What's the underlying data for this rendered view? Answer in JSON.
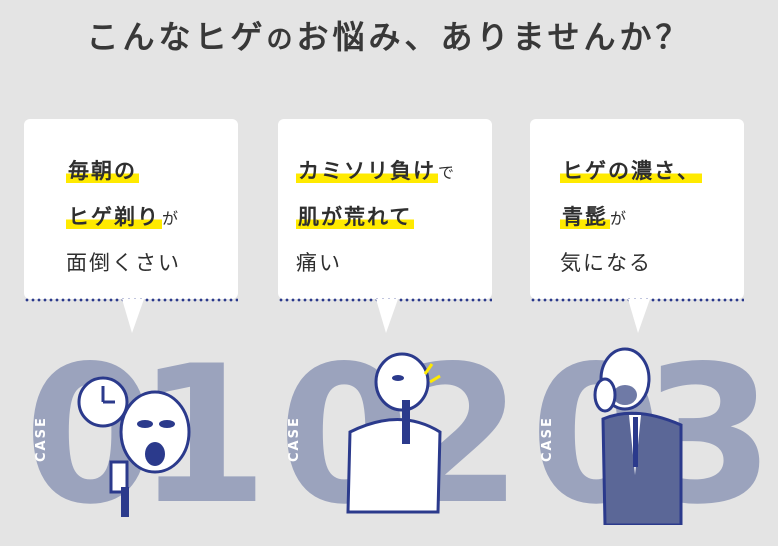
{
  "headline": {
    "part1": "こんなヒゲ",
    "no": "の",
    "part2": "お悩み、ありませんか？"
  },
  "cards": [
    {
      "case_label": "CASE",
      "number": "01",
      "line1": {
        "hl": "毎朝の",
        "rest": ""
      },
      "line2": {
        "hl": "ヒゲ剃り",
        "rest": "が"
      },
      "line3": "面倒くさい"
    },
    {
      "case_label": "CASE",
      "number": "02",
      "line1": {
        "hl": "カミソリ負け",
        "rest": "で"
      },
      "line2": {
        "hl": "肌が荒れて",
        "rest": ""
      },
      "line3": "痛い"
    },
    {
      "case_label": "CASE",
      "number": "03",
      "line1": {
        "hl": "ヒゲの濃さ、",
        "rest": ""
      },
      "line2": {
        "hl": "青髭",
        "rest": "が"
      },
      "line3": "気になる"
    }
  ],
  "colors": {
    "background": "#e4e4e4",
    "highlight": "#ffea00",
    "number": "#9ba3bd",
    "dots": "#2b3a8c"
  }
}
